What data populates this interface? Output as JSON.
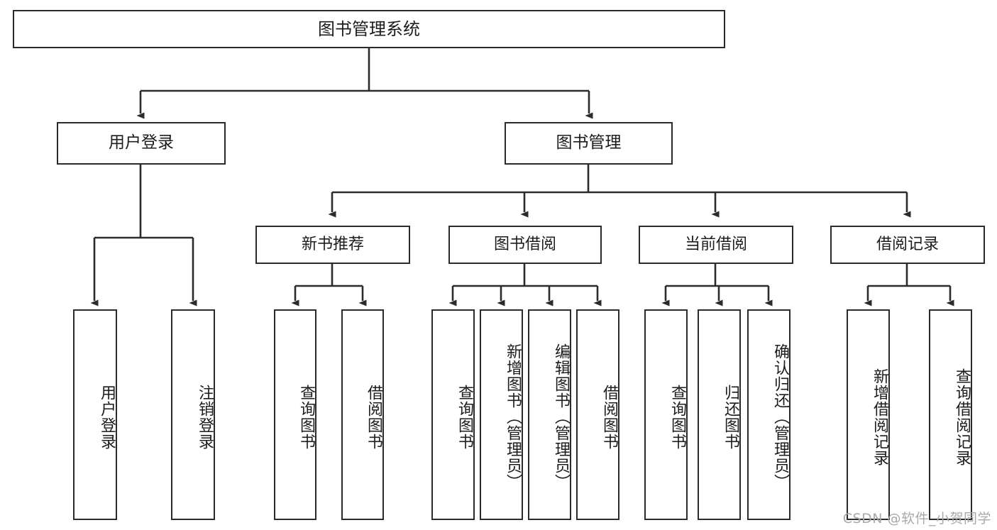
{
  "diagram": {
    "title": "图书管理系统",
    "watermark": "CSDN @软件_小贺同学",
    "line_color": "#2b2b2b",
    "box_fill": "#ffffff",
    "text_color": "#1c1c1c",
    "levels": {
      "root": {
        "label": "图书管理系统"
      },
      "level2": [
        {
          "id": "user-login",
          "label": "用户登录"
        },
        {
          "id": "book-management",
          "label": "图书管理"
        }
      ],
      "level3": [
        {
          "id": "new-book-recommend",
          "label": "新书推荐",
          "parent": "book-management"
        },
        {
          "id": "book-borrow",
          "label": "图书借阅",
          "parent": "book-management"
        },
        {
          "id": "current-borrow",
          "label": "当前借阅",
          "parent": "book-management"
        },
        {
          "id": "borrow-record",
          "label": "借阅记录",
          "parent": "book-management"
        }
      ],
      "leaves": [
        {
          "id": "leaf-user-login",
          "label": "用户登录",
          "parent": "user-login"
        },
        {
          "id": "leaf-logout",
          "label": "注销登录",
          "parent": "user-login"
        },
        {
          "id": "leaf-query-book-1",
          "label": "查询图书",
          "parent": "new-book-recommend"
        },
        {
          "id": "leaf-borrow-book-1",
          "label": "借阅图书",
          "parent": "new-book-recommend"
        },
        {
          "id": "leaf-query-book-2",
          "label": "查询图书",
          "parent": "book-borrow"
        },
        {
          "id": "leaf-add-book",
          "label": "新增图书（管理员）",
          "parent": "book-borrow"
        },
        {
          "id": "leaf-edit-book",
          "label": "编辑图书（管理员）",
          "parent": "book-borrow"
        },
        {
          "id": "leaf-borrow-book-2",
          "label": "借阅图书",
          "parent": "book-borrow"
        },
        {
          "id": "leaf-query-book-3",
          "label": "查询图书",
          "parent": "current-borrow"
        },
        {
          "id": "leaf-return-book",
          "label": "归还图书",
          "parent": "current-borrow"
        },
        {
          "id": "leaf-confirm-return",
          "label": "确认归还（管理员）",
          "parent": "current-borrow"
        },
        {
          "id": "leaf-add-record",
          "label": "新增借阅记录",
          "parent": "borrow-record"
        },
        {
          "id": "leaf-query-record",
          "label": "查询借阅记录",
          "parent": "borrow-record"
        }
      ]
    }
  }
}
